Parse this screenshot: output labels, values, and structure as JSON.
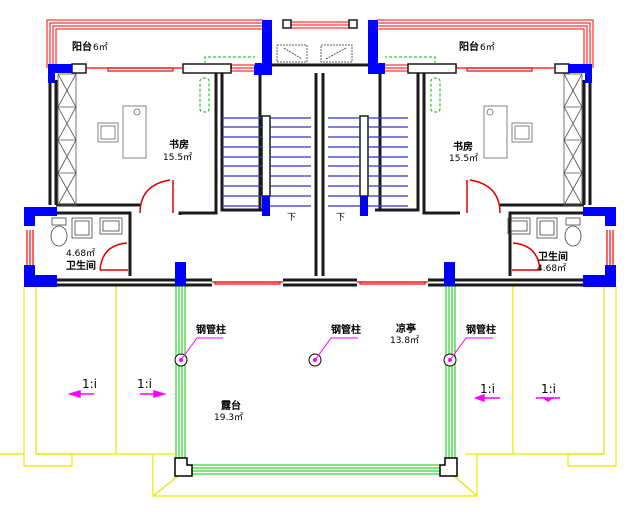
{
  "drawing": {
    "type": "architectural floor plan",
    "colors": {
      "wall": "#1a1a1a",
      "column": "#0000ff",
      "window": "#ff0000",
      "stair": "#0000ff",
      "railing": "#00cc00",
      "roof_outline": "#e6e600",
      "annotation": "#ff00ff",
      "furniture": "#555555"
    }
  },
  "rooms": {
    "balcony_left": {
      "name": "阳台",
      "area": "6㎡"
    },
    "balcony_right": {
      "name": "阳台",
      "area": "6㎡"
    },
    "study_left": {
      "name": "书房",
      "area": "15.5㎡"
    },
    "study_right": {
      "name": "书房",
      "area": "15.5㎡"
    },
    "bath_left": {
      "name": "卫生间",
      "area": "4.68㎡"
    },
    "bath_right": {
      "name": "卫生间",
      "area": "4.68㎡"
    },
    "terrace": {
      "name": "露台",
      "area": "19.3㎡"
    },
    "pavilion": {
      "name": "凉亭",
      "area": "13.8㎡"
    }
  },
  "stairs": {
    "left_label": "下",
    "right_label": "下"
  },
  "annotations": {
    "steel_column_1": "钢管柱",
    "steel_column_2": "钢管柱",
    "steel_column_3": "钢管柱",
    "slope_1": "1:i",
    "slope_2": "1:i",
    "slope_3": "1:i",
    "slope_4": "1:i"
  }
}
